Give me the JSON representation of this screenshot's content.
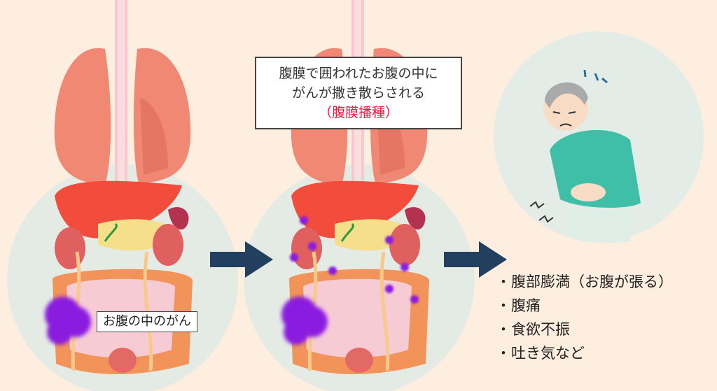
{
  "callout": {
    "line1": "腹膜で囲われたお腹の中に",
    "line2": "がんが撒き散らされる",
    "highlight": "（腹膜播種）"
  },
  "tumor_label": "お腹の中のがん",
  "symptoms": [
    {
      "bullet": "・",
      "text": "腹部膨満（お腹が張る）"
    },
    {
      "bullet": "・",
      "text": "腹痛"
    },
    {
      "bullet": "・",
      "text": "食欲不振"
    },
    {
      "bullet": "・",
      "text": "吐き気など"
    }
  ],
  "colors": {
    "background": "#fdeee0",
    "circle": "#e4ebe4",
    "arrow": "#233f5f",
    "cancer": "#8a1ee0",
    "highlight_text": "#f0143c"
  }
}
